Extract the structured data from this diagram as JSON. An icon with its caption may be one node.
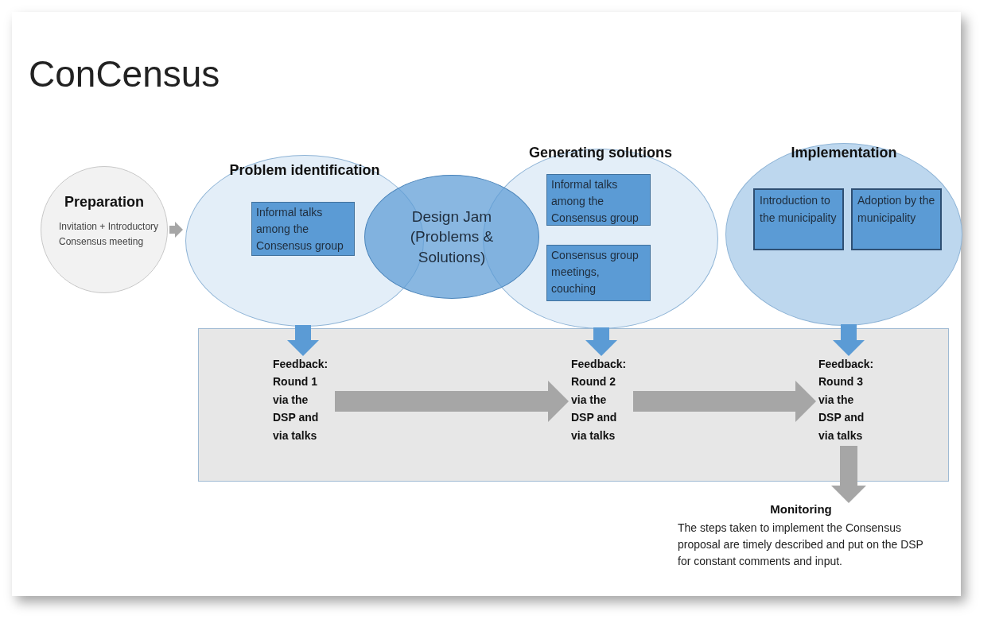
{
  "diagram": {
    "title": "ConCensus",
    "nodes": [
      {
        "text": [
          "Preparation",
          "Invitation + Introductory Consensus meeting"
        ]
      },
      {
        "text": [
          "Problem identification"
        ]
      },
      {
        "text": [
          "Informal talks among the Consensus group"
        ],
        "in": 1
      },
      {
        "text": [
          "Design Jam (Problems & Solutions)"
        ]
      },
      {
        "text": [
          "Generating solutions"
        ]
      },
      {
        "text": [
          "Informal talks among the Consensus group"
        ],
        "in": 4
      },
      {
        "text": [
          "Consensus group meetings, couching"
        ],
        "in": 4
      },
      {
        "text": [
          "Implementation"
        ]
      },
      {
        "text": [
          "Introduction to the municipality"
        ],
        "in": 7
      },
      {
        "text": [
          "Adoption by the municipality"
        ],
        "in": 7
      },
      {
        "text": [],
        "shape": "box"
      },
      {
        "text": [
          "Feedback: Round 1 via the DSP and via talks"
        ],
        "in": 10
      },
      {
        "text": [
          "Feedback: Round 2 via the DSP and via talks"
        ],
        "in": 10
      },
      {
        "text": [
          "Feedback: Round 3 via the DSP and via talks"
        ],
        "in": 10
      },
      {
        "text": [
          "Monitoring",
          "The steps taken to implement the Consensus proposal are timely described and put on the DSP for constant comments and input."
        ]
      }
    ],
    "edges": [
      {
        "from": 0,
        "to": 1,
        "arrow": "to"
      },
      {
        "from": 1,
        "to": 11,
        "arrow": "to",
        "color": "#5b9bd5"
      },
      {
        "from": 4,
        "to": 12,
        "arrow": "to",
        "color": "#5b9bd5"
      },
      {
        "from": 7,
        "to": 13,
        "arrow": "to",
        "color": "#5b9bd5"
      },
      {
        "from": 11,
        "to": 12,
        "arrow": "to"
      },
      {
        "from": 12,
        "to": 13,
        "arrow": "to"
      },
      {
        "from": 13,
        "to": 14,
        "arrow": "to"
      }
    ]
  }
}
